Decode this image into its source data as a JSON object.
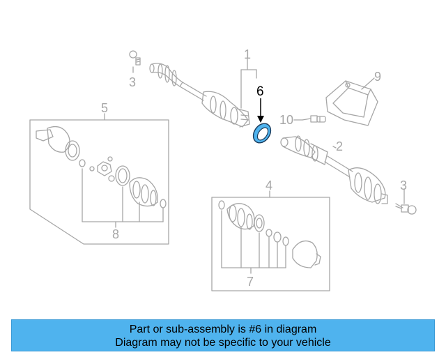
{
  "diagram": {
    "highlight_color": "#4fb3ee",
    "line_color": "#a6a6a6",
    "callouts": {
      "c1": "1",
      "c2": "2",
      "c3a": "3",
      "c3b": "3",
      "c4": "4",
      "c5": "5",
      "c6": "6",
      "c7": "7",
      "c8": "8",
      "c9": "9",
      "c10": "10"
    }
  },
  "banner": {
    "line1": "Part or sub-assembly is #6 in diagram",
    "line2": "Diagram may not be specific to your vehicle",
    "color": "#4fb3ee"
  }
}
